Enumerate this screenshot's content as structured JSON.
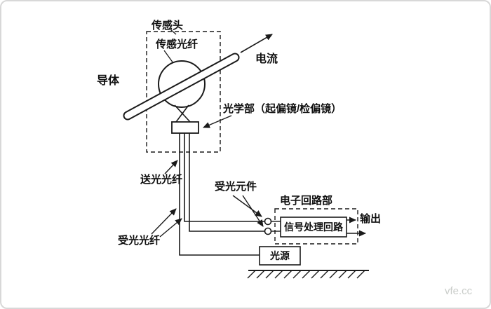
{
  "figure": {
    "watermark": "vfe.cc"
  },
  "labels": {
    "sensor_head": "传感头",
    "sensing_fiber": "传感光纤",
    "current": "电流",
    "conductor": "导体",
    "optics": "光学部（起偏镜/检偏镜）",
    "send_fiber": "送光光纤",
    "receive_element": "受光元件",
    "electronics": "电子回路部",
    "signal_processing": "信号处理回路",
    "output": "输出",
    "receive_fiber": "受光光纤",
    "light_source": "光源"
  },
  "colors": {
    "line": "#1a1a1a",
    "background": "#ffffff",
    "border": "#d8d8d8",
    "watermark": "#c9ccc9"
  }
}
